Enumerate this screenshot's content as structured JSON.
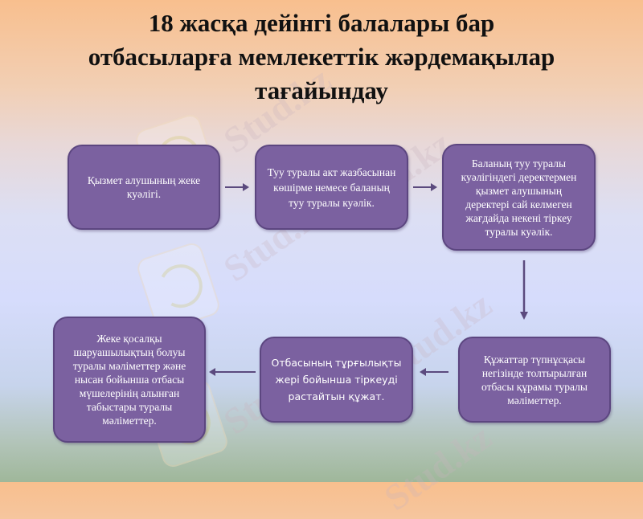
{
  "title": {
    "line1": "18 жасқа дейінгі балалары бар",
    "line2": "отбасыларға мемлекеттік жәрдемақылар",
    "line3": "тағайындау"
  },
  "watermark": {
    "text": "Stud.kz"
  },
  "flow": {
    "steps": [
      {
        "id": 1,
        "text": "Қызмет алушының жеке куәлігі."
      },
      {
        "id": 2,
        "text": "Туу туралы акт жазбасынан көшірме немесе баланың туу туралы куәлік."
      },
      {
        "id": 3,
        "text": "Баланың туу туралы куәлігіндегі деректермен қызмет алушының деректері сай келмеген жағдайда некені тіркеу туралы куәлік."
      },
      {
        "id": 4,
        "text": "Құжаттар түпнұсқасы негізінде толтырылған отбасы құрамы туралы мәліметтер."
      },
      {
        "id": 5,
        "text": "Отбасының тұрғылықты жері бойынша тіркеуді растайтын құжат."
      },
      {
        "id": 6,
        "text": "Жеке қосалқы шаруашылықтың болуы туралы мәліметтер және нысан бойынша отбасы мүшелерінің алынған табыстары туралы мәліметтер."
      }
    ],
    "connectors": [
      {
        "from": 1,
        "to": 2,
        "direction": "right"
      },
      {
        "from": 2,
        "to": 3,
        "direction": "right"
      },
      {
        "from": 3,
        "to": 4,
        "direction": "down"
      },
      {
        "from": 4,
        "to": 5,
        "direction": "left"
      },
      {
        "from": 5,
        "to": 6,
        "direction": "left"
      }
    ]
  },
  "colors": {
    "box_fill": "#7b61a0",
    "box_border": "#5c4680",
    "arrow": "#5b4a7e",
    "box_text": "#ffffff"
  }
}
